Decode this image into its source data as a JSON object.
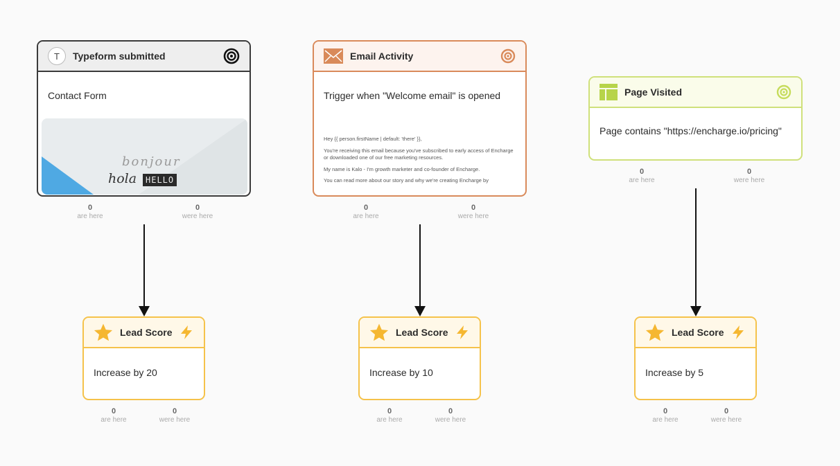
{
  "nodes": {
    "typeform": {
      "title": "Typeform submitted",
      "badge": "T",
      "body": "Contact Form",
      "thumb": {
        "bonjour": "bonjour",
        "hola": "hola",
        "hello": "HELLO"
      }
    },
    "email": {
      "title": "Email Activity",
      "body": "Trigger when \"Welcome email\" is opened",
      "preview": [
        "Hey {{ person.firstName | default: 'there' }},",
        "You're receiving this email because you've subscribed to early access of Encharge or downloaded one of our free marketing resources.",
        "My name is Kalo - I'm growth marketer and co-founder of Encharge.",
        "You can read more about our story and why we're creating Encharge by"
      ]
    },
    "page": {
      "title": "Page Visited",
      "body": "Page contains \"https://encharge.io/pricing\""
    },
    "lead1": {
      "title": "Lead Score",
      "body": "Increase by 20"
    },
    "lead2": {
      "title": "Lead Score",
      "body": "Increase by 10"
    },
    "lead3": {
      "title": "Lead Score",
      "body": "Increase by 5"
    }
  },
  "stats": {
    "here_label": "are here",
    "were_label": "were here",
    "typeform": {
      "here": "0",
      "were": "0"
    },
    "email": {
      "here": "0",
      "were": "0"
    },
    "page": {
      "here": "0",
      "were": "0"
    },
    "lead1": {
      "here": "0",
      "were": "0"
    },
    "lead2": {
      "here": "0",
      "were": "0"
    },
    "lead3": {
      "here": "0",
      "were": "0"
    }
  },
  "colors": {
    "typeform_border": "#3a3a3a",
    "email_accent": "#d98a5a",
    "page_accent": "#cfe07a",
    "lead_accent": "#f5c24a",
    "bolt": "#f5b731"
  },
  "icons": {
    "typeform": "typeform-logo-icon",
    "typeform_trigger": "target-icon",
    "email": "envelope-icon",
    "email_trigger": "target-icon",
    "page": "page-layout-icon",
    "page_trigger": "target-icon",
    "lead": "star-icon",
    "lead_action": "lightning-bolt-icon"
  }
}
